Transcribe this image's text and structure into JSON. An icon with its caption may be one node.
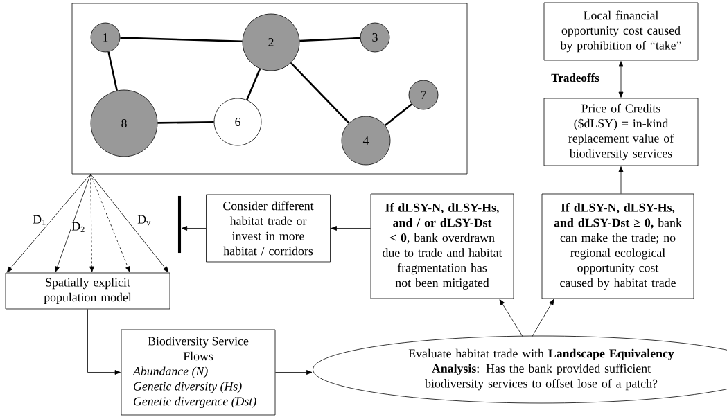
{
  "diagram": {
    "nodes": [
      {
        "text": [],
        "shape": "box"
      },
      {
        "text": [
          "1"
        ],
        "in": 0
      },
      {
        "text": [
          "2"
        ],
        "in": 0
      },
      {
        "text": [
          "3"
        ],
        "in": 0
      },
      {
        "text": [
          "7"
        ],
        "in": 0
      },
      {
        "text": [
          "8"
        ],
        "in": 0
      },
      {
        "text": [
          "6"
        ],
        "in": 0
      },
      {
        "text": [
          "4"
        ],
        "in": 0
      },
      {
        "text": [
          "Local financial opportunity cost caused by prohibition of “take”"
        ]
      },
      {
        "text": [
          "Price of Credits ($dLSY) = in-kind replacement value of biodiversity services"
        ]
      },
      {
        "text": [
          "Consider different habitat trade or invest in more habitat / corridors"
        ]
      },
      {
        "text": [
          "**If dLSY-N, dLSY-Hs, and / or dLSY-Dst < 0**, bank overdrawn due to trade and habitat fragmentation has not been mitigated"
        ]
      },
      {
        "text": [
          "**If dLSY-N, dLSY-Hs, and dLSY-Dst ≥ 0,** bank can make the trade; no regional ecological opportunity cost caused by habitat trade"
        ]
      },
      {
        "text": [
          "Spatially explicit population model"
        ]
      },
      {
        "text": [
          "Biodiversity Service Flows",
          "Abundance (N)",
          "Genetic diversity (Hs)",
          "Genetic divergence (Dst)"
        ]
      },
      {
        "text": [
          "Evaluate habitat trade with **Landscape Equivalency Analysis**: Has the bank provided sufficient biodiversity services to offset lose of a patch?"
        ]
      },
      {
        "text": [],
        "shape": "bar"
      }
    ],
    "edges": [
      {
        "from": 1,
        "to": 2,
        "arrow": "none",
        "style": "thick"
      },
      {
        "from": 2,
        "to": 3,
        "arrow": "none",
        "style": "thick"
      },
      {
        "from": 1,
        "to": 5,
        "arrow": "none",
        "style": "thick"
      },
      {
        "from": 5,
        "to": 6,
        "arrow": "none",
        "style": "thick"
      },
      {
        "from": 2,
        "to": 6,
        "arrow": "none",
        "style": "thick"
      },
      {
        "from": 2,
        "to": 7,
        "arrow": "none",
        "style": "thick"
      },
      {
        "from": 7,
        "to": 4,
        "arrow": "none",
        "style": "thick"
      },
      {
        "from": 0,
        "to": 13,
        "arrow": "to",
        "label": "D$_{1}$"
      },
      {
        "from": 0,
        "to": 13,
        "arrow": "to",
        "label": "D$_{2}$"
      },
      {
        "from": 0,
        "to": 13,
        "arrow": "to",
        "style": "dashed"
      },
      {
        "from": 0,
        "to": 13,
        "arrow": "to",
        "style": "dashed"
      },
      {
        "from": 0,
        "to": 13,
        "arrow": "to",
        "label": "D$_{v}$"
      },
      {
        "from": 13,
        "to": 14,
        "arrow": "to"
      },
      {
        "from": 14,
        "to": 15,
        "arrow": "to"
      },
      {
        "from": 15,
        "to": 11,
        "arrow": "to"
      },
      {
        "from": 15,
        "to": 12,
        "arrow": "to"
      },
      {
        "from": 11,
        "to": 10,
        "arrow": "to"
      },
      {
        "from": 10,
        "to": 16,
        "arrow": "to"
      },
      {
        "from": 12,
        "to": 9,
        "arrow": "to"
      },
      {
        "from": 9,
        "to": 8,
        "arrow": "both",
        "label": "Tradeoffs"
      }
    ]
  }
}
